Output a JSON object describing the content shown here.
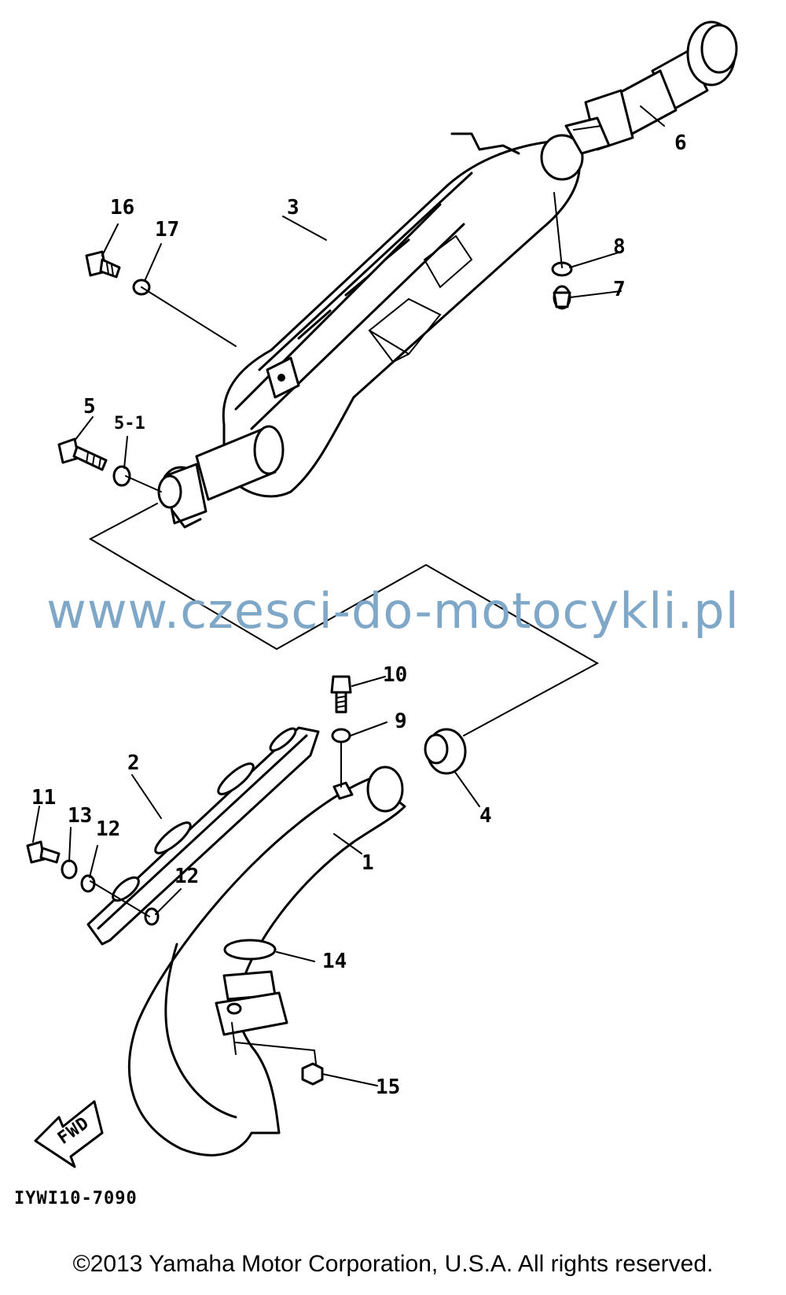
{
  "diagram": {
    "callouts": {
      "c1": "1",
      "c2": "2",
      "c3": "3",
      "c4": "4",
      "c5": "5",
      "c5_1": "5-1",
      "c6": "6",
      "c7": "7",
      "c8": "8",
      "c9": "9",
      "c10": "10",
      "c11": "11",
      "c12a": "12",
      "c12b": "12",
      "c13": "13",
      "c14": "14",
      "c15": "15",
      "c16": "16",
      "c17": "17"
    },
    "fwd_label": "FWD",
    "part_code": "IYWI10-7090"
  },
  "watermark": "www.czesci-do-motocykli.pl",
  "copyright": "©2013 Yamaha Motor Corporation, U.S.A. All rights reserved."
}
